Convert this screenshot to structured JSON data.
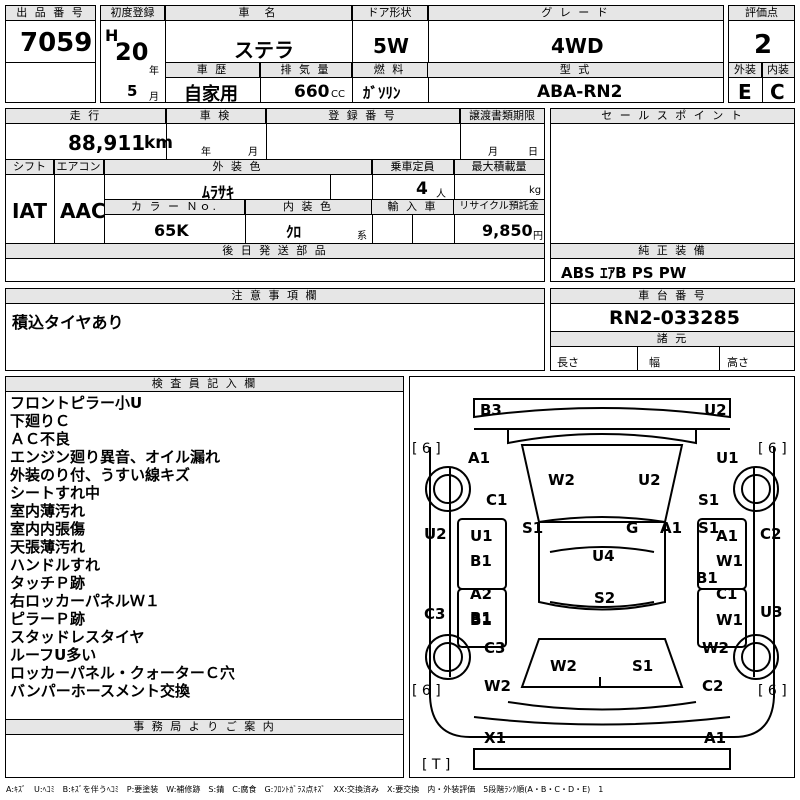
{
  "headers": {
    "lot_no": "出 品 番 号",
    "first_reg": "初度登録",
    "car_name": "車　名",
    "doors": "ドア形状",
    "grade": "グ レ ー ド",
    "score": "評価点",
    "history": "車 歴",
    "displacement": "排 気 量",
    "fuel": "燃 料",
    "model_code": "型 式",
    "ext": "外装",
    "int": "内装",
    "mileage": "走 行",
    "inspection": "車 検",
    "reg_no": "登 録 番 号",
    "transfer_doc": "譲渡書類期限",
    "sales_point": "セ ー ル ス ポ イ ン ト",
    "shift": "シフト",
    "aircon": "エアコン",
    "ext_color": "外 装 色",
    "capacity": "乗車定員",
    "max_load": "最大積載量",
    "color_no": "カ ラ ー Ｎｏ.",
    "int_color": "内 装 色",
    "import": "輸 入 車",
    "recycle": "リサイクル預託金",
    "later_parts": "後 日 発 送 部 品",
    "oem_equipment": "純 正 装 備",
    "notes": "注 意 事 項 欄",
    "chassis": "車 台 番 号",
    "specs": "諸 元",
    "inspector": "検 査 員 記 入 欄",
    "office": "事 務 局 よ り ご 案 内"
  },
  "values": {
    "lot_no": "7059",
    "era": "H",
    "year": "20",
    "year_unit": "年",
    "month": "5",
    "month_unit": "月",
    "car_name": "ステラ",
    "doors": "5W",
    "grade": "4WD",
    "score": "2",
    "history": "自家用",
    "displacement": "660",
    "cc": "CC",
    "fuel": "ｶﾞｿﾘﾝ",
    "model_code": "ABA-RN2",
    "ext_grade": "E",
    "int_grade": "C",
    "mileage": "88,911",
    "km": "km",
    "insp_year": "年",
    "insp_month": "月",
    "doc_month": "月",
    "doc_day": "日",
    "shift": "IAT",
    "aircon": "AAC",
    "ext_color": "ﾑﾗｻｷ",
    "capacity": "4",
    "capacity_unit": "人",
    "kg": "kg",
    "color_no": "65K",
    "int_color": "ｸﾛ",
    "kei": "系",
    "recycle": "9,850",
    "yen": "円",
    "equipment": "ABS ｴｱB PS PW",
    "notes": "積込タイヤあり",
    "chassis": "RN2-033285",
    "length": "長さ",
    "width": "幅",
    "height": "高さ"
  },
  "inspector_remarks": [
    "フロントピラー小U",
    "下廻りＣ",
    "ＡＣ不良",
    "エンジン廻り異音、オイル漏れ",
    "外装のり付、うすい線キズ",
    "シートすれ中",
    "室内薄汚れ",
    "室内内張傷",
    "天張薄汚れ",
    "ハンドルすれ",
    "タッチＰ跡",
    "右ロッカーパネルＷ１",
    "ピラーＰ跡",
    "スタッドレスタイヤ",
    "ルーフU多い",
    "ロッカーパネル・クォーターＣ穴",
    "バンパーホースメント交換"
  ],
  "diagram": {
    "tire_depth": "[ 6 ]",
    "spare": "[ T ]",
    "marks": [
      "B3",
      "U2",
      "A1",
      "U1",
      "W2",
      "U2",
      "C1",
      "S1",
      "S1",
      "G",
      "A1",
      "S1",
      "U2",
      "U1",
      "A1",
      "C2",
      "B1",
      "B1",
      "W1",
      "U4",
      "B1",
      "A2",
      "C1",
      "C3",
      "B1",
      "S2",
      "W1",
      "U3",
      "C3",
      "W2",
      "S1",
      "W2",
      "W2",
      "C2",
      "X1",
      "A1"
    ]
  },
  "legend": "A:ｷｽﾞ　U:ﾍｺﾐ　B:ｷｽﾞを伴うﾍｺﾐ　P:要塗装　W:補修跡　S:錆　C:腐食　G:ﾌﾛﾝﾄｶﾞﾗｽ点ｷｽﾞ　XX:交換済み　X:要交換　内・外装評価　5段階ﾗﾝｸ順(A・B・C・D・E)　1"
}
